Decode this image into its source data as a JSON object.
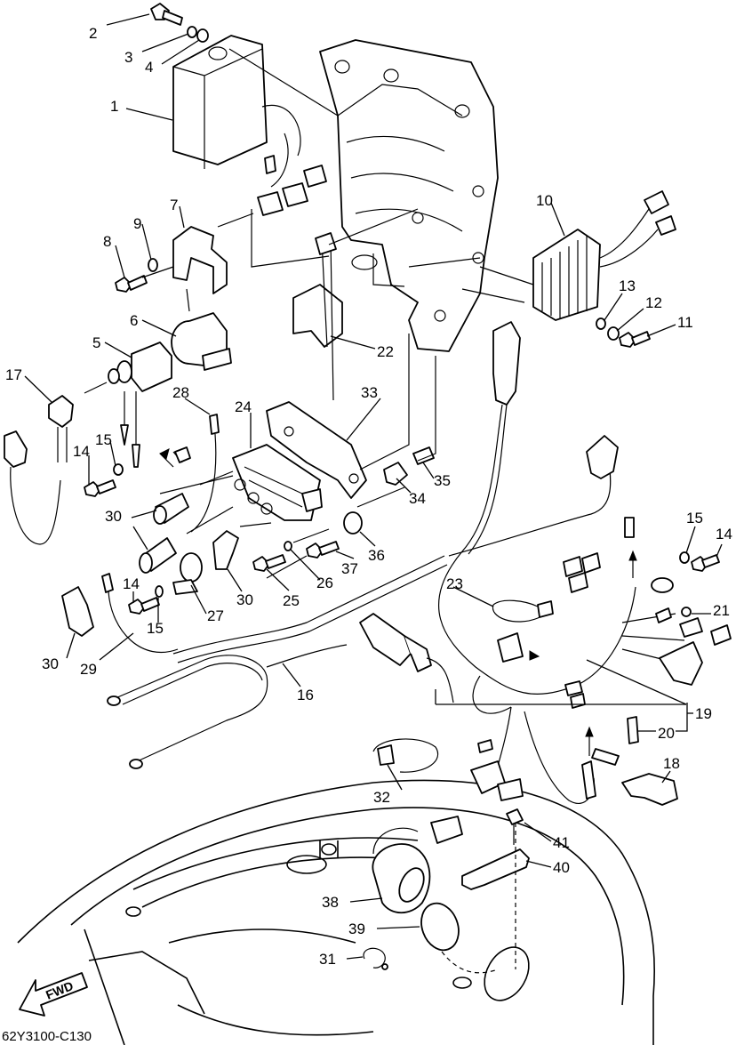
{
  "diagram_code": "62Y3100-C130",
  "fwd_label": "FWD",
  "labels": {
    "p1": "1",
    "p2": "2",
    "p3": "3",
    "p4": "4",
    "p5": "5",
    "p6": "6",
    "p7": "7",
    "p8": "8",
    "p9": "9",
    "p10": "10",
    "p11": "11",
    "p12": "12",
    "p13": "13",
    "p14a": "14",
    "p14b": "14",
    "p14c": "14",
    "p15a": "15",
    "p15b": "15",
    "p15c": "15",
    "p16": "16",
    "p17": "17",
    "p18": "18",
    "p19": "19",
    "p20": "20",
    "p21": "21",
    "p22": "22",
    "p23": "23",
    "p24": "24",
    "p25": "25",
    "p26": "26",
    "p27": "27",
    "p28": "28",
    "p29": "29",
    "p30a": "30",
    "p30b": "30",
    "p30c": "30",
    "p31": "31",
    "p32": "32",
    "p33": "33",
    "p34": "34",
    "p35": "35",
    "p36": "36",
    "p37": "37",
    "p38": "38",
    "p39": "39",
    "p40": "40",
    "p41": "41"
  }
}
